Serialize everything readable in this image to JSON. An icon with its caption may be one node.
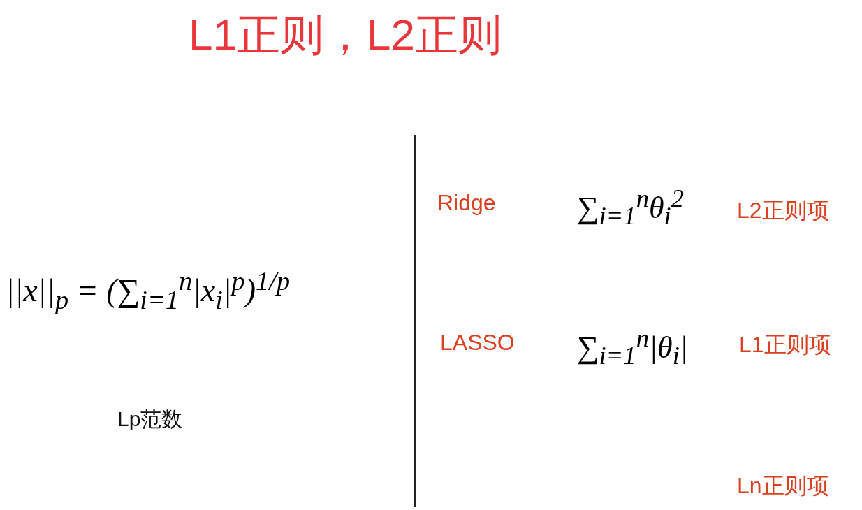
{
  "diagram": {
    "title": "L1正则，L2正则",
    "labels": [
      "||x||$_{p}$ = (∑$_{i=1}$$^{n}$|x$_{i}$|$^{p}$)$^{1/p}$",
      "Lp范数",
      "Ridge",
      "∑$_{i=1}$$^{n}$θ$_{i}$$^{2}$",
      "L2正则项",
      "LASSO",
      "∑$_{i=1}$$^{n}$|θ$_{i}$|",
      "L1正则项",
      "Ln正则项"
    ]
  }
}
